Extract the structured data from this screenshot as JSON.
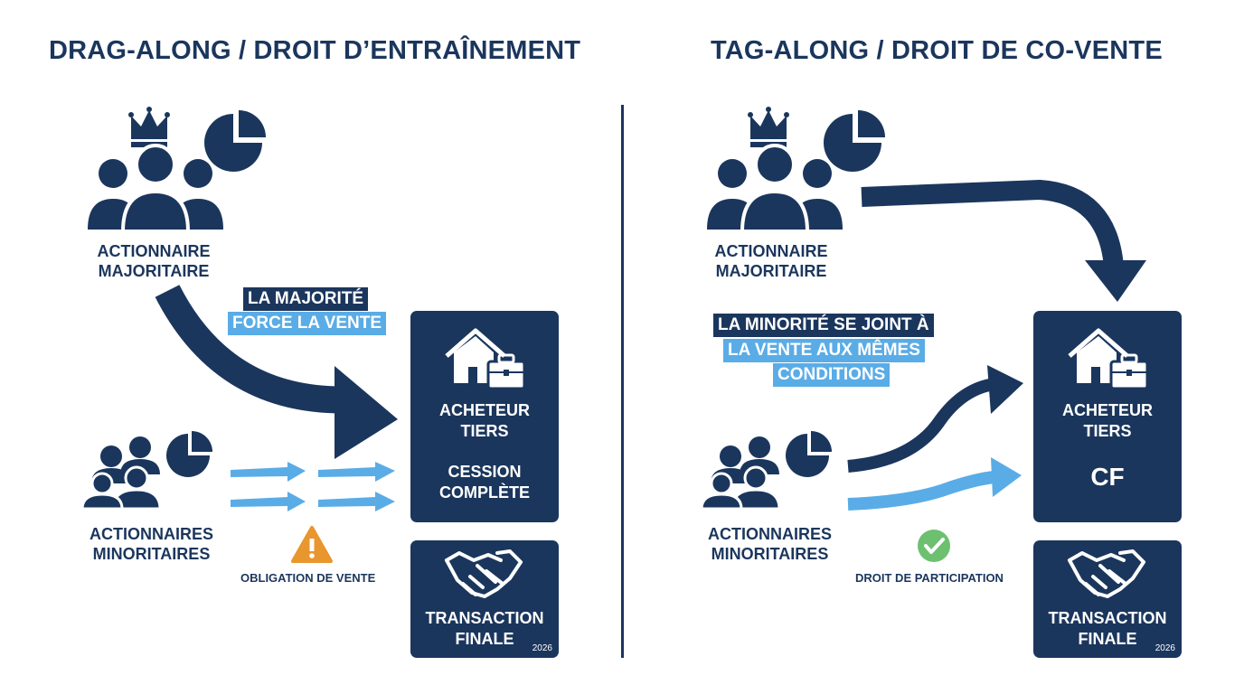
{
  "left": {
    "title": "DRAG-ALONG / DROIT D’ENTRAÎNEMENT",
    "majority_label": [
      "ACTIONNAIRE",
      "MAJORITAIRE"
    ],
    "highlight": [
      "LA MAJORITÉ",
      "FORCE LA VENTE"
    ],
    "buyer_box": {
      "line1": "ACHETEUR",
      "line2": "TIERS",
      "line3": "CESSION",
      "line4": "COMPLÈTE"
    },
    "minority_label": [
      "ACTIONNAIRES",
      "MINORITAIRES"
    ],
    "note": "OBLIGATION DE VENTE",
    "transaction_box": {
      "line1": "TRANSACTION",
      "line2": "FINALE",
      "year": "2026"
    }
  },
  "right": {
    "title": "TAG-ALONG / DROIT DE CO-VENTE",
    "majority_label": [
      "ACTIONNAIRE",
      "MAJORITAIRE"
    ],
    "highlight": [
      "LA MINORITÉ SE JOINT À",
      "LA VENTE AUX MÊMES",
      "CONDITIONS"
    ],
    "buyer_box": {
      "line1": "ACHETEUR",
      "line2": "TIERS",
      "currency": "CF"
    },
    "minority_label": [
      "ACTIONNAIRES",
      "MINORITAIRES"
    ],
    "note": "DROIT DE PARTICIPATION",
    "transaction_box": {
      "line1": "TRANSACTION",
      "line2": "FINALE",
      "year": "2026"
    }
  },
  "colors": {
    "navy": "#1b365d",
    "light_blue": "#5aace6",
    "warning": "#e8962e",
    "check": "#6cc070"
  },
  "icons": [
    "crown-icon",
    "people-group-icon",
    "pie-chart-icon",
    "house-icon",
    "briefcase-icon",
    "handshake-icon",
    "warning-icon",
    "check-icon"
  ]
}
